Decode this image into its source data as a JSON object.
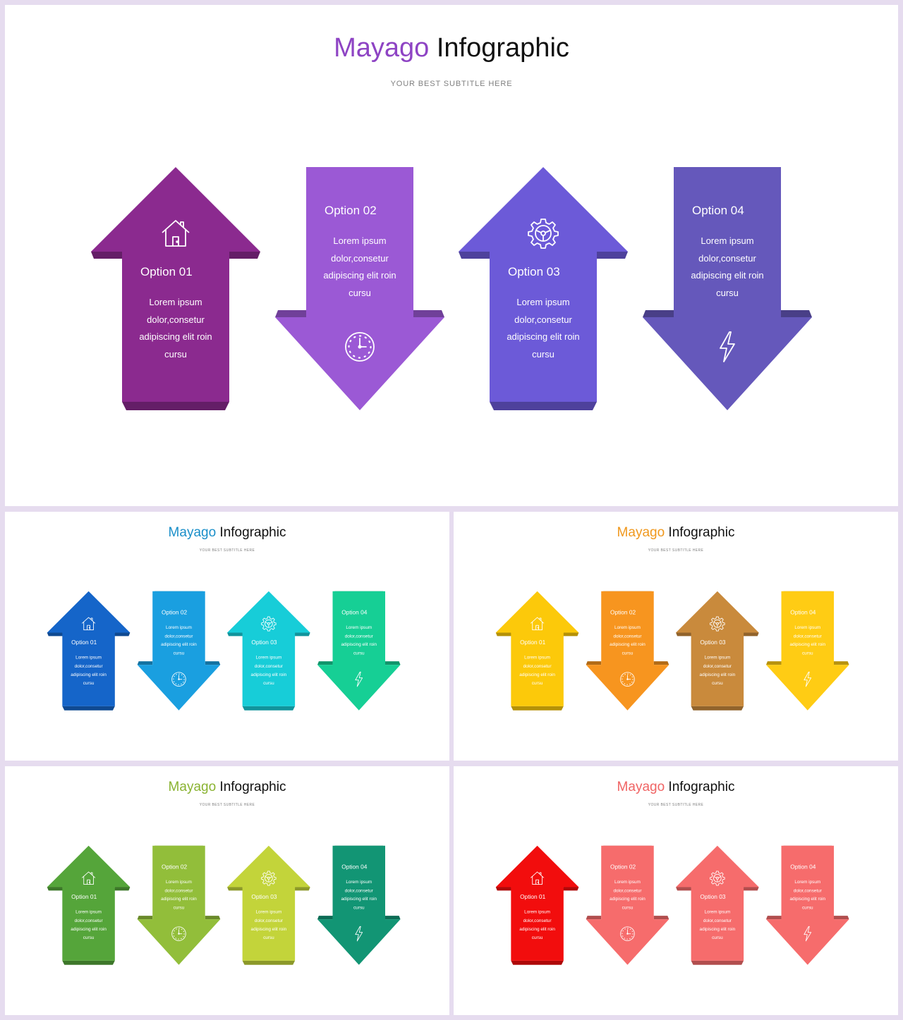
{
  "slides": [
    {
      "id": "main",
      "title_brand": "Mayago",
      "title_rest": " Infographic",
      "subtitle": "YOUR BEST SUBTITLE  HERE",
      "brand_color": "#8e44c4",
      "colors": [
        "#8b2a8f",
        "#9b59d5",
        "#6c5ad8",
        "#6558bb"
      ],
      "options": [
        {
          "label": "Option 01",
          "text": "Lorem ipsum dolor,consetur adipiscing elit roin cursu",
          "icon": "home-icon"
        },
        {
          "label": "Option 02",
          "text": "Lorem ipsum dolor,consetur adipiscing elit roin cursu",
          "icon": "clock-icon"
        },
        {
          "label": "Option 03",
          "text": "Lorem ipsum dolor,consetur adipiscing elit roin cursu",
          "icon": "gear-icon"
        },
        {
          "label": "Option 04",
          "text": "Lorem ipsum dolor,consetur adipiscing elit roin cursu",
          "icon": "lightning-icon"
        }
      ]
    },
    {
      "id": "blue",
      "title_brand": "Mayago",
      "title_rest": " Infographic",
      "subtitle": "YOUR BEST SUBTITLE  HERE",
      "brand_color": "#1a8fc9",
      "colors": [
        "#1565c9",
        "#1a9fe0",
        "#17cdd8",
        "#16cf95"
      ],
      "options": [
        {
          "label": "Option 01",
          "text": "Lorem ipsum dolor,consetur adipiscing elit roin cursu",
          "icon": "home-icon"
        },
        {
          "label": "Option 02",
          "text": "Lorem ipsum dolor,consetur adipiscing elit roin cursu",
          "icon": "clock-icon"
        },
        {
          "label": "Option 03",
          "text": "Lorem ipsum dolor,consetur adipiscing elit roin cursu",
          "icon": "gear-icon"
        },
        {
          "label": "Option 04",
          "text": "Lorem ipsum dolor,consetur adipiscing elit roin cursu",
          "icon": "lightning-icon"
        }
      ]
    },
    {
      "id": "orange",
      "title_brand": "Mayago",
      "title_rest": " Infographic",
      "subtitle": "YOUR BEST SUBTITLE  HERE",
      "brand_color": "#f0981d",
      "colors": [
        "#fcc90a",
        "#f7951f",
        "#c98a3c",
        "#ffcc14"
      ],
      "options": [
        {
          "label": "Option 01",
          "text": "Lorem ipsum dolor,consetur adipiscing elit roin cursu",
          "icon": "home-icon"
        },
        {
          "label": "Option 02",
          "text": "Lorem ipsum dolor,consetur adipiscing elit roin cursu",
          "icon": "clock-icon"
        },
        {
          "label": "Option 03",
          "text": "Lorem ipsum dolor,consetur adipiscing elit roin cursu",
          "icon": "gear-icon"
        },
        {
          "label": "Option 04",
          "text": "Lorem ipsum dolor,consetur adipiscing elit roin cursu",
          "icon": "lightning-icon"
        }
      ]
    },
    {
      "id": "green",
      "title_brand": "Mayago",
      "title_rest": " Infographic",
      "subtitle": "YOUR BEST SUBTITLE  HERE",
      "brand_color": "#8ab332",
      "colors": [
        "#55a53a",
        "#92be3a",
        "#c3d43a",
        "#129574"
      ],
      "options": [
        {
          "label": "Option 01",
          "text": "Lorem ipsum dolor,consetur adipiscing elit roin cursu",
          "icon": "home-icon"
        },
        {
          "label": "Option 02",
          "text": "Lorem ipsum dolor,consetur adipiscing elit roin cursu",
          "icon": "clock-icon"
        },
        {
          "label": "Option 03",
          "text": "Lorem ipsum dolor,consetur adipiscing elit roin cursu",
          "icon": "gear-icon"
        },
        {
          "label": "Option 04",
          "text": "Lorem ipsum dolor,consetur adipiscing elit roin cursu",
          "icon": "lightning-icon"
        }
      ]
    },
    {
      "id": "red",
      "title_brand": "Mayago",
      "title_rest": " Infographic",
      "subtitle": "YOUR BEST SUBTITLE  HERE",
      "brand_color": "#f06464",
      "colors": [
        "#f20d0d",
        "#f66c6c",
        "#f66c6c",
        "#f66c6c"
      ],
      "options": [
        {
          "label": "Option 01",
          "text": "Lorem ipsum dolor,consetur adipiscing elit roin cursu",
          "icon": "home-icon"
        },
        {
          "label": "Option 02",
          "text": "Lorem ipsum dolor,consetur adipiscing elit roin cursu",
          "icon": "clock-icon"
        },
        {
          "label": "Option 03",
          "text": "Lorem ipsum dolor,consetur adipiscing elit roin cursu",
          "icon": "gear-icon"
        },
        {
          "label": "Option 04",
          "text": "Lorem ipsum dolor,consetur adipiscing elit roin cursu",
          "icon": "lightning-icon"
        }
      ]
    }
  ]
}
